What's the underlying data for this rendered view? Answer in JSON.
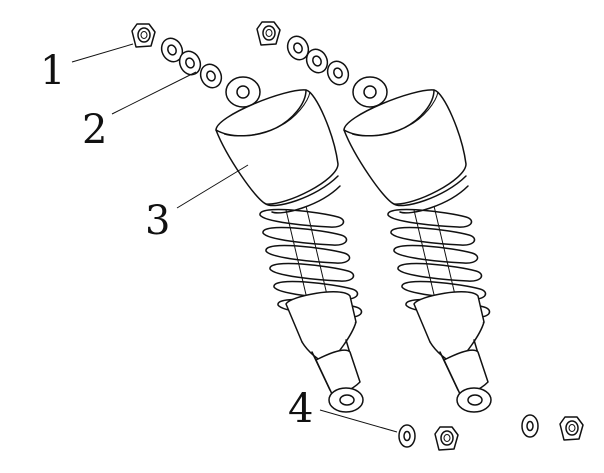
{
  "figure": {
    "callouts": [
      {
        "id": "1",
        "label": "1"
      },
      {
        "id": "2",
        "label": "2"
      },
      {
        "id": "3",
        "label": "3"
      },
      {
        "id": "4",
        "label": "4"
      }
    ],
    "colors": {
      "ink": "#111111",
      "background": "#ffffff"
    }
  }
}
